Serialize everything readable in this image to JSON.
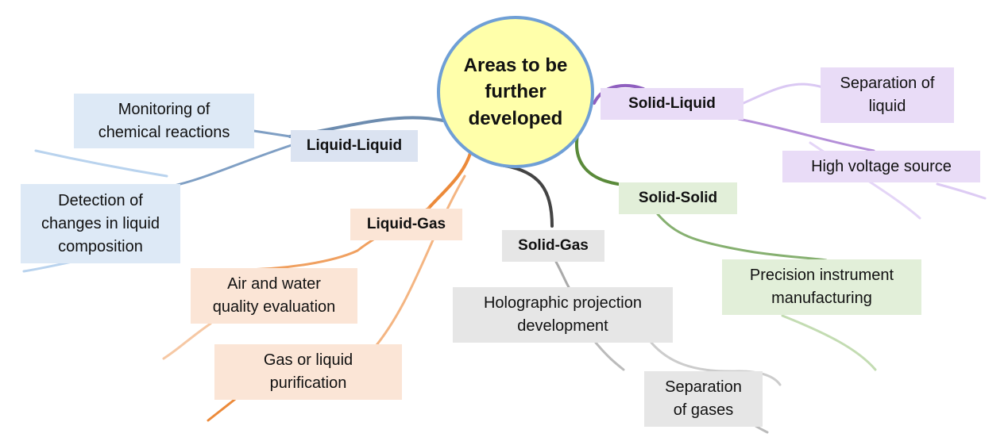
{
  "center": {
    "lines": [
      "Areas to be",
      "further",
      "developed"
    ]
  },
  "branches": [
    {
      "label": "Liquid-Liquid",
      "color": "#5f7f9f",
      "fill": "#dbe3f1",
      "leaves": [
        {
          "lines": [
            "Monitoring of",
            "chemical reactions"
          ],
          "fill": "#dde9f6"
        },
        {
          "lines": [
            "Detection of",
            "changes in liquid",
            "composition"
          ],
          "fill": "#dde9f6"
        }
      ]
    },
    {
      "label": "Liquid-Gas",
      "color": "#e98838",
      "fill": "#fbe5d6",
      "leaves": [
        {
          "lines": [
            "Air and water",
            "quality evaluation"
          ],
          "fill": "#fbe5d6"
        },
        {
          "lines": [
            "Gas or liquid",
            "purification"
          ],
          "fill": "#fbe5d6"
        }
      ]
    },
    {
      "label": "Solid-Gas",
      "color": "#444444",
      "fill": "#e6e6e6",
      "leaves": [
        {
          "lines": [
            "Holographic projection",
            "development"
          ],
          "fill": "#e6e6e6"
        },
        {
          "lines": [
            "Separation",
            "of gases"
          ],
          "fill": "#e6e6e6"
        }
      ]
    },
    {
      "label": "Solid-Solid",
      "color": "#5a8a3a",
      "fill": "#e2efd9",
      "leaves": [
        {
          "lines": [
            "Precision instrument",
            "manufacturing"
          ],
          "fill": "#e2efd9"
        }
      ]
    },
    {
      "label": "Solid-Liquid",
      "color": "#8f5fbf",
      "fill": "#e9dcf7",
      "leaves": [
        {
          "lines": [
            "Separation of",
            "liquid"
          ],
          "fill": "#e9dcf7"
        },
        {
          "lines": [
            "High voltage source"
          ],
          "fill": "#e9dcf7"
        }
      ]
    }
  ]
}
